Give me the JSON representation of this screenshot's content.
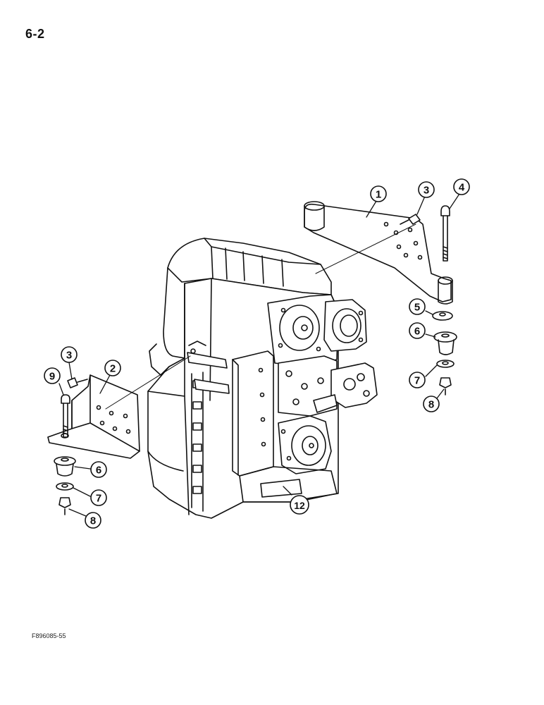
{
  "page": {
    "number": "6-2",
    "figure_code": "F896085-55"
  },
  "callouts": [
    {
      "id": "c1",
      "label": "1"
    },
    {
      "id": "c3a",
      "label": "3"
    },
    {
      "id": "c4",
      "label": "4"
    },
    {
      "id": "c5",
      "label": "5"
    },
    {
      "id": "c6a",
      "label": "6"
    },
    {
      "id": "c7a",
      "label": "7"
    },
    {
      "id": "c8a",
      "label": "8"
    },
    {
      "id": "c3b",
      "label": "3"
    },
    {
      "id": "c2",
      "label": "2"
    },
    {
      "id": "c9",
      "label": "9"
    },
    {
      "id": "c6b",
      "label": "6"
    },
    {
      "id": "c7b",
      "label": "7"
    },
    {
      "id": "c8b",
      "label": "8"
    },
    {
      "id": "c12",
      "label": "12"
    }
  ]
}
